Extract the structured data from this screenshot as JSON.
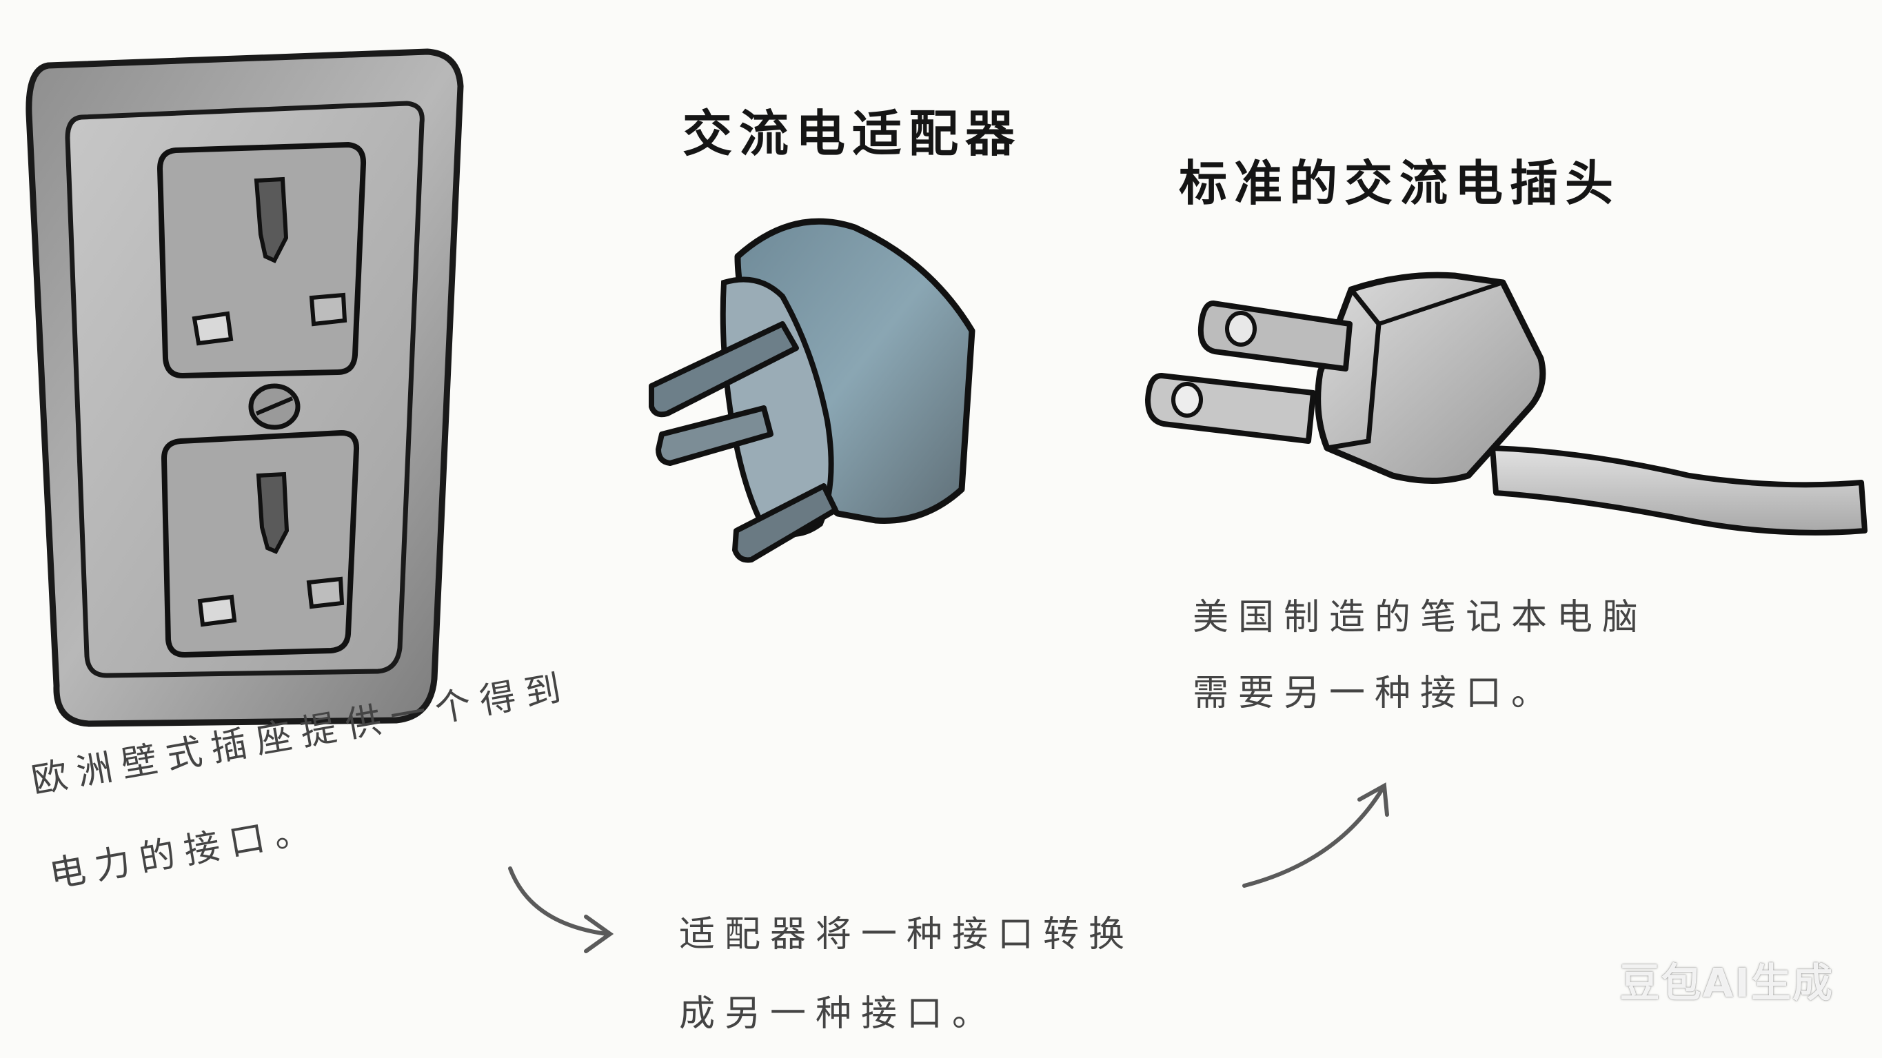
{
  "labels": {
    "adapter_title": "交流电适配器",
    "plug_title": "标准的交流电插头",
    "outlet_note_line1": "欧洲壁式插座提供一个得到",
    "outlet_note_line2": "电力的接口。",
    "adapter_note_line1": "适配器将一种接口转换",
    "adapter_note_line2": "成另一种接口。",
    "plug_note_line1": "美国制造的笔记本电脑",
    "plug_note_line2": "需要另一种接口。"
  },
  "watermark": "豆包AI生成",
  "colors": {
    "ink": "#151515",
    "outlet_gray": "#a9a9a9",
    "adapter_blue": "#7f9aa8",
    "plug_gray": "#c2c2c2"
  },
  "icons": [
    "wall-outlet-icon",
    "adapter-icon",
    "plug-icon",
    "arrow-icon"
  ]
}
